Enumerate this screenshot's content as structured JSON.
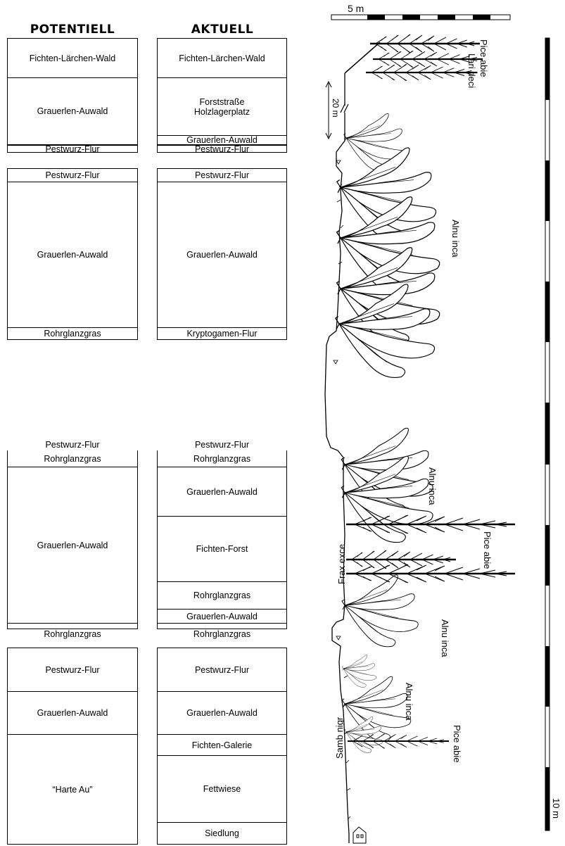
{
  "headers": {
    "potential": "POTENTIELL",
    "actual": "AKTUELL"
  },
  "potential": [
    "Fichten-Lärchen-Wald",
    "Grauerlen-Auwald",
    "Pestwurz-Flur",
    "Pestwurz-Flur",
    "Grauerlen-Auwald",
    "Rohrglanzgras",
    "Pestwurz-Flur",
    "Rohrglanzgras",
    "Grauerlen-Auwald",
    "Rohrglanzgras",
    "Pestwurz-Flur",
    "Grauerlen-Auwald",
    "“Harte Au”"
  ],
  "actual": [
    "Fichten-Lärchen-Wald",
    "Forststraße\nHolzlagerplatz",
    "Grauerlen-Auwald",
    "Pestwurz-Flur",
    "Pestwurz-Flur",
    "Grauerlen-Auwald",
    "Kryptogamen-Flur",
    "Pestwurz-Flur",
    "Rohrglanzgras",
    "Grauerlen-Auwald",
    "Fichten-Forst",
    "Rohrglanzgras",
    "Grauerlen-Auwald",
    "Rohrglanzgras",
    "Pestwurz-Flur",
    "Grauerlen-Auwald",
    "Fichten-Galerie",
    "Fettwiese",
    "Siedlung"
  ],
  "profile": {
    "scale_top": "5 m",
    "scale_side": "10 m",
    "gap_label": "20 m",
    "species": [
      "Pice abie",
      "Lari deci",
      "Alnu inca",
      "Alnu inca",
      "Pice abie",
      "Frax exce",
      "Alnu inca",
      "Alnu inca",
      "Samb nigr",
      "Pice abie"
    ]
  }
}
